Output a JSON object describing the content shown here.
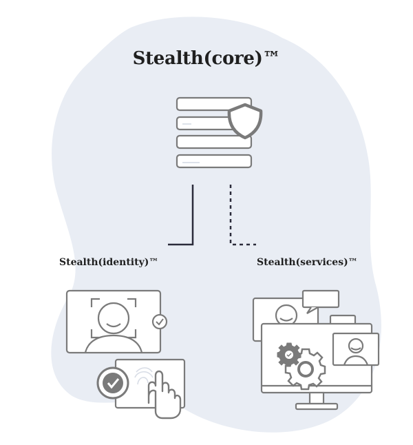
{
  "title": "Stealth(core)™",
  "branches": {
    "left": {
      "label": "Stealth(identity)™"
    },
    "right": {
      "label": "Stealth(services)™"
    }
  },
  "colors": {
    "background_blob": "#e9edf4",
    "icon_stroke": "#7a7a7a",
    "dark_line": "#2b2b3a",
    "text": "#1f1f1f"
  },
  "icons": {
    "core": [
      "server-stack-icon",
      "shield-icon"
    ],
    "identity": [
      "face-scan-monitor-icon",
      "checkmark-badge-icon",
      "touch-hand-icon",
      "fingerprint-icon"
    ],
    "services": [
      "video-call-monitor-icon",
      "chat-bubble-icon",
      "gear-icon",
      "desktop-stand-icon"
    ]
  }
}
